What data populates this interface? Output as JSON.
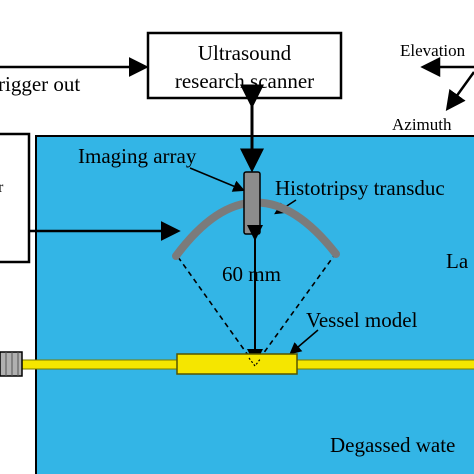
{
  "labels": {
    "scanner_line1": "Ultrasound",
    "scanner_line2": "research scanner",
    "trigger_out": "rigger out",
    "elevation": "Elevation",
    "azimuth": "Azimuth",
    "imaging_array": "Imaging array",
    "histotripsy": "Histotripsy transduc",
    "distance": "60 mm",
    "lab_cut": "La",
    "vessel_model": "Vessel model",
    "degassed_water": "Degassed wate",
    "amp_cut": "r"
  },
  "colors": {
    "tank_water": "#33b5e6",
    "vessel": "#f5e600",
    "vessel_border": "#7a7a00",
    "transducer": "#7b7b7b",
    "probe": "#8c8c8c",
    "line": "#000000",
    "box_fill": "#ffffff"
  }
}
